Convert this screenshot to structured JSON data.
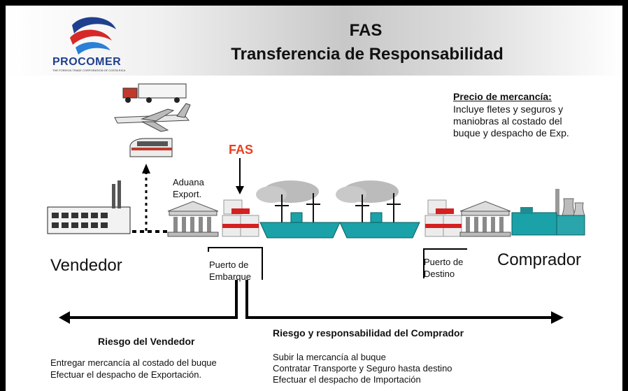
{
  "header": {
    "title_line1": "FAS",
    "title_line2": "Transferencia de Responsabilidad",
    "logo_name": "PROCOMER",
    "logo_subtitle": "THE FOREIGN TRADE CORPORATION OF COSTA RICA"
  },
  "price_note": {
    "title": "Precio de mercancía:",
    "lines": [
      "Incluye fletes y seguros y",
      "maniobras  al costado del",
      "buque y despacho de Exp."
    ]
  },
  "diagram": {
    "fas_label": "FAS",
    "aduana_lines": [
      "Aduana",
      "Export."
    ],
    "vendedor": "Vendedor",
    "comprador": "Comprador",
    "puerto_embarque_lines": [
      "Puerto de",
      "Embarque"
    ],
    "puerto_destino_lines": [
      "Puerto de",
      "Destino"
    ]
  },
  "risks": {
    "seller_title": "Riesgo del Vendedor",
    "seller_lines": [
      "Entregar  mercancía al costado del buque",
      "Efectuar  el  despacho  de  Exportación."
    ],
    "buyer_title": "Riesgo y responsabilidad del Comprador",
    "buyer_lines": [
      "Subir la mercancía al buque",
      "Contratar Transporte y Seguro hasta destino",
      "Efectuar el despacho de Importación"
    ]
  },
  "colors": {
    "fas_accent": "#e8401e",
    "ship": "#1aa2a8",
    "box_red": "#d42020",
    "logo_blue": "#1f3f8f"
  }
}
